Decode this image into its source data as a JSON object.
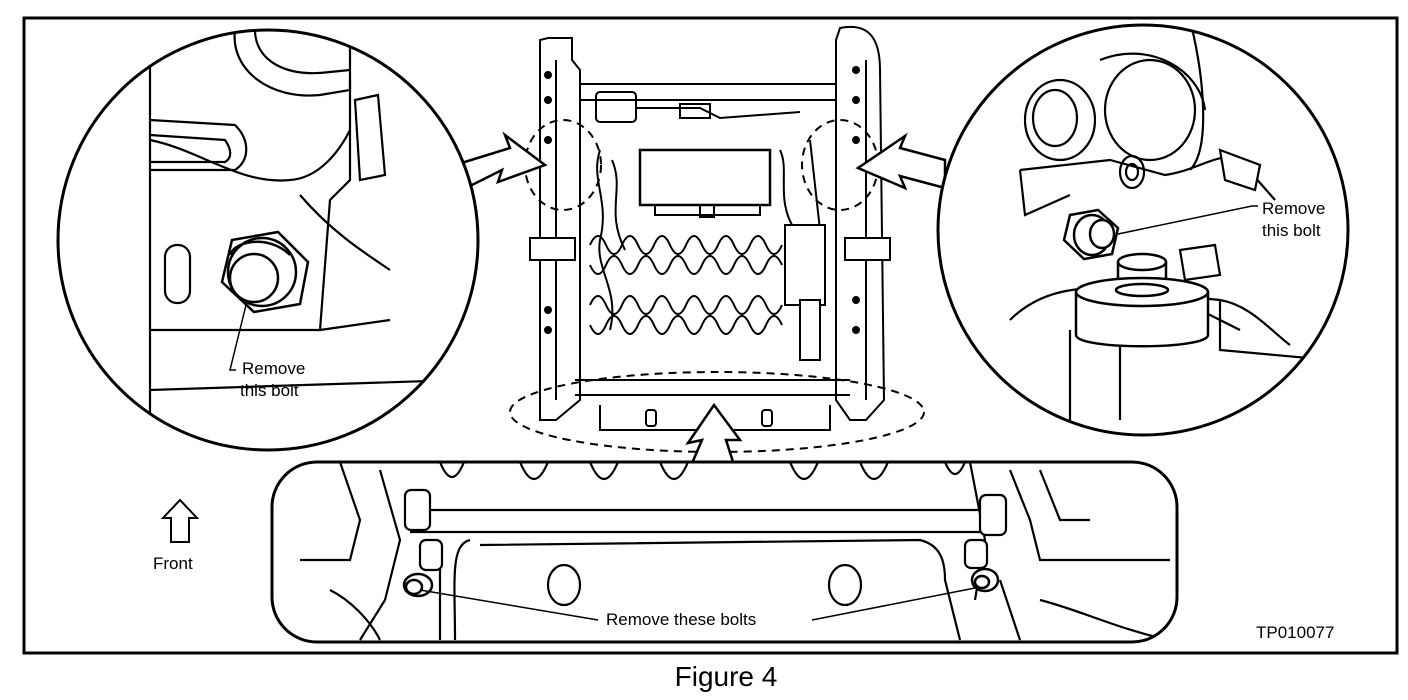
{
  "callouts": {
    "left_line1": "Remove",
    "left_line2": "this bolt",
    "right_line1": "Remove",
    "right_line2": "this bolt",
    "bottom": "Remove these bolts"
  },
  "direction_label": "Front",
  "figure_code": "TP010077",
  "caption": "Figure 4"
}
